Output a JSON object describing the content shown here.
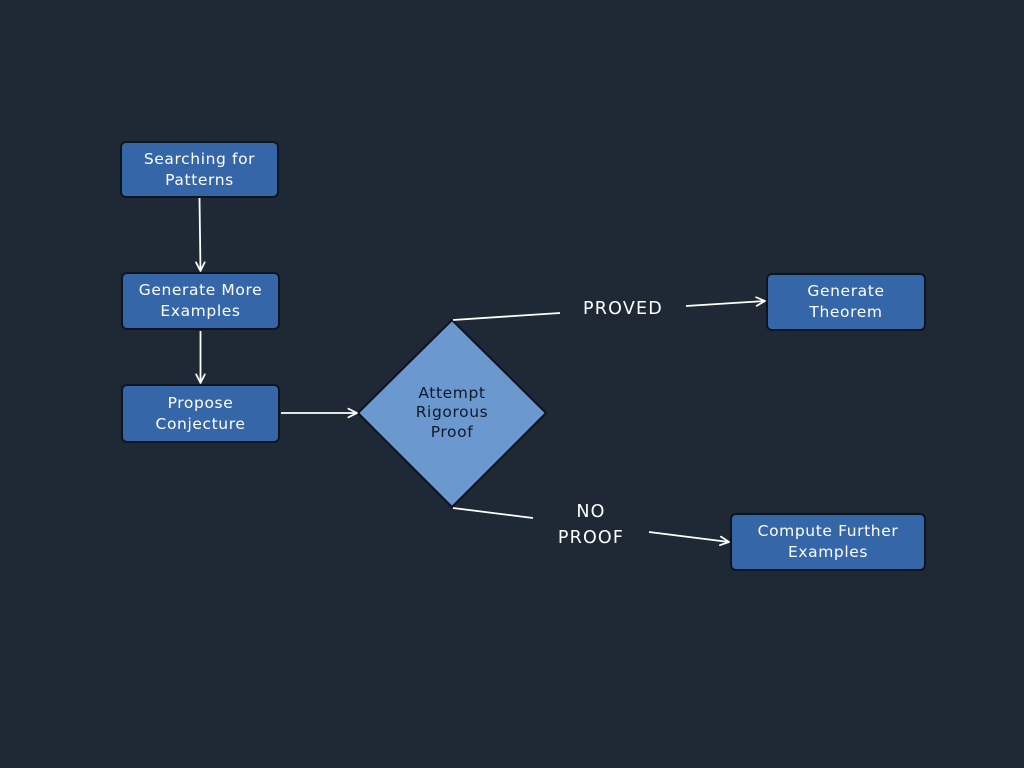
{
  "colors": {
    "background": "#1f2936",
    "box_fill": "#3466a8",
    "diamond_fill": "#6a98cf",
    "border": "#0c1420",
    "arrow": "#ffffff",
    "text_light": "#ffffff",
    "text_dark": "#0f1a28"
  },
  "nodes": {
    "search": "Searching for\nPatterns",
    "more": "Generate More\nExamples",
    "propose": "Propose\nConjecture",
    "attempt": "Attempt\nRigorous\nProof",
    "theorem": "Generate\nTheorem",
    "compute": "Compute Further\nExamples"
  },
  "edge_labels": {
    "proved": "PROVED",
    "no_proof": "NO\nPROOF"
  }
}
